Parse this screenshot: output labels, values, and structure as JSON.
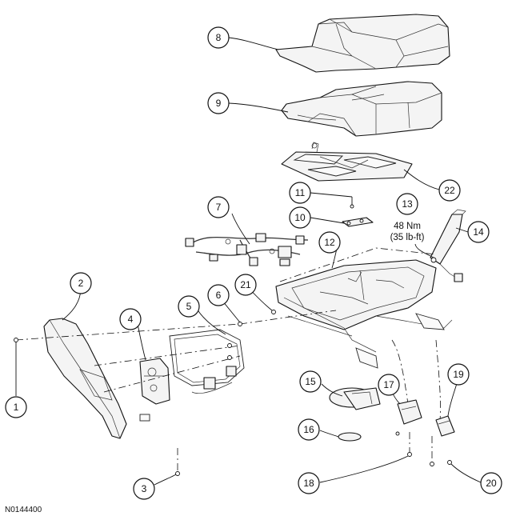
{
  "figure_id": "N0144400",
  "torque": {
    "line1": "48 Nm",
    "line2": "(35 lb-ft)"
  },
  "callouts": [
    "1",
    "2",
    "3",
    "4",
    "5",
    "6",
    "7",
    "8",
    "9",
    "10",
    "11",
    "12",
    "13",
    "14",
    "15",
    "16",
    "17",
    "18",
    "19",
    "20",
    "21",
    "22"
  ],
  "parts": {
    "seat_cushion_cover": "8",
    "seat_cushion_pad": "9",
    "occupant_classification_sensor": "22",
    "seat_wiring_harness": "7",
    "seat_frame_track": "12",
    "seat_belt_buckle": "14",
    "outboard_shield": "2",
    "switch_bezel": "4",
    "shield_bracket": "5"
  }
}
